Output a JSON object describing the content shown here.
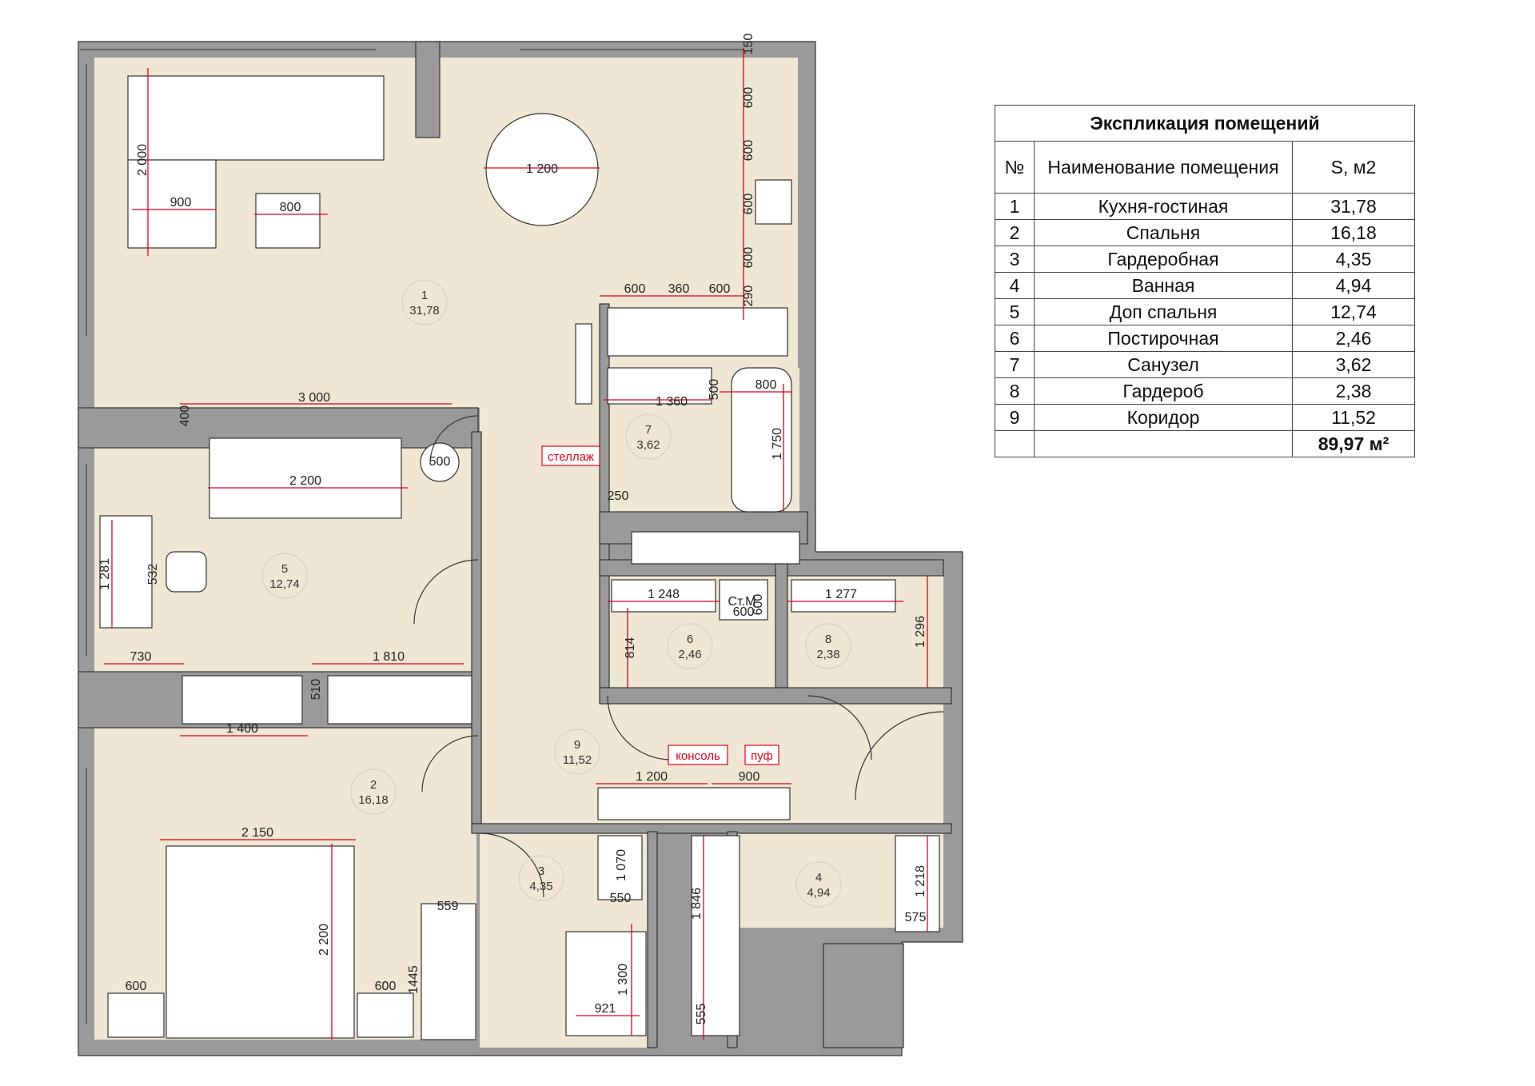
{
  "rooms": [
    {
      "number": "1",
      "area": "31,78"
    },
    {
      "number": "2",
      "area": "16,18"
    },
    {
      "number": "3",
      "area": "4,35"
    },
    {
      "number": "4",
      "area": "4,94"
    },
    {
      "number": "5",
      "area": "12,74"
    },
    {
      "number": "6",
      "area": "2,46"
    },
    {
      "number": "7",
      "area": "3,62"
    },
    {
      "number": "8",
      "area": "2,38"
    },
    {
      "number": "9",
      "area": "11,52"
    }
  ],
  "dimensions": {
    "d150": "150",
    "d600a": "600",
    "d600b": "600",
    "d600c": "600",
    "d600d": "600",
    "d290": "290",
    "d2000": "2 000",
    "d900a": "900",
    "d800a": "800",
    "d1200a": "1 200",
    "d600e": "600",
    "d360": "360",
    "d600f": "600",
    "d3000": "3 000",
    "d400": "400",
    "d1360": "1 360",
    "d500a": "500",
    "d800b": "800",
    "d1750": "1 750",
    "d2200a": "2 200",
    "d500b": "500",
    "d250": "250",
    "d1281": "1 281",
    "d532": "532",
    "d1248": "1 248",
    "d600g": "600",
    "d600h": "600",
    "d814": "814",
    "d1277": "1 277",
    "d1296": "1 296",
    "d730": "730",
    "d1810": "1 810",
    "d510": "510",
    "d1400": "1 400",
    "d1200b": "1 200",
    "d900b": "900",
    "d2150": "2 150",
    "d2200b": "2 200",
    "d1070": "1 070",
    "d550": "550",
    "d1846": "1 846",
    "d1218": "1 218",
    "d575": "575",
    "d559": "559",
    "d1445": "1445",
    "d1300": "1 300",
    "d921": "921",
    "d555": "555",
    "d600i": "600",
    "d600j": "600"
  },
  "furniture_tags": {
    "shelf": "стеллаж",
    "console": "консоль",
    "pouf": "пуф",
    "washer": "Ст.М"
  },
  "legend": {
    "title": "Экспликация помещений",
    "col_num": "№",
    "col_name": "Наименование помещения",
    "col_area": "S, м2",
    "rows": [
      {
        "num": "1",
        "name": "Кухня-гостиная",
        "area": "31,78"
      },
      {
        "num": "2",
        "name": "Спальня",
        "area": "16,18"
      },
      {
        "num": "3",
        "name": "Гардеробная",
        "area": "4,35"
      },
      {
        "num": "4",
        "name": "Ванная",
        "area": "4,94"
      },
      {
        "num": "5",
        "name": "Доп спальня",
        "area": "12,74"
      },
      {
        "num": "6",
        "name": "Постирочная",
        "area": "2,46"
      },
      {
        "num": "7",
        "name": "Санузел",
        "area": "3,62"
      },
      {
        "num": "8",
        "name": "Гардероб",
        "area": "2,38"
      },
      {
        "num": "9",
        "name": "Коридор",
        "area": "11,52"
      }
    ],
    "total": "89,97 м²"
  },
  "colors": {
    "wall": "#9a9a9a",
    "floor": "#efe7d3",
    "dimension": "#e0001b"
  }
}
